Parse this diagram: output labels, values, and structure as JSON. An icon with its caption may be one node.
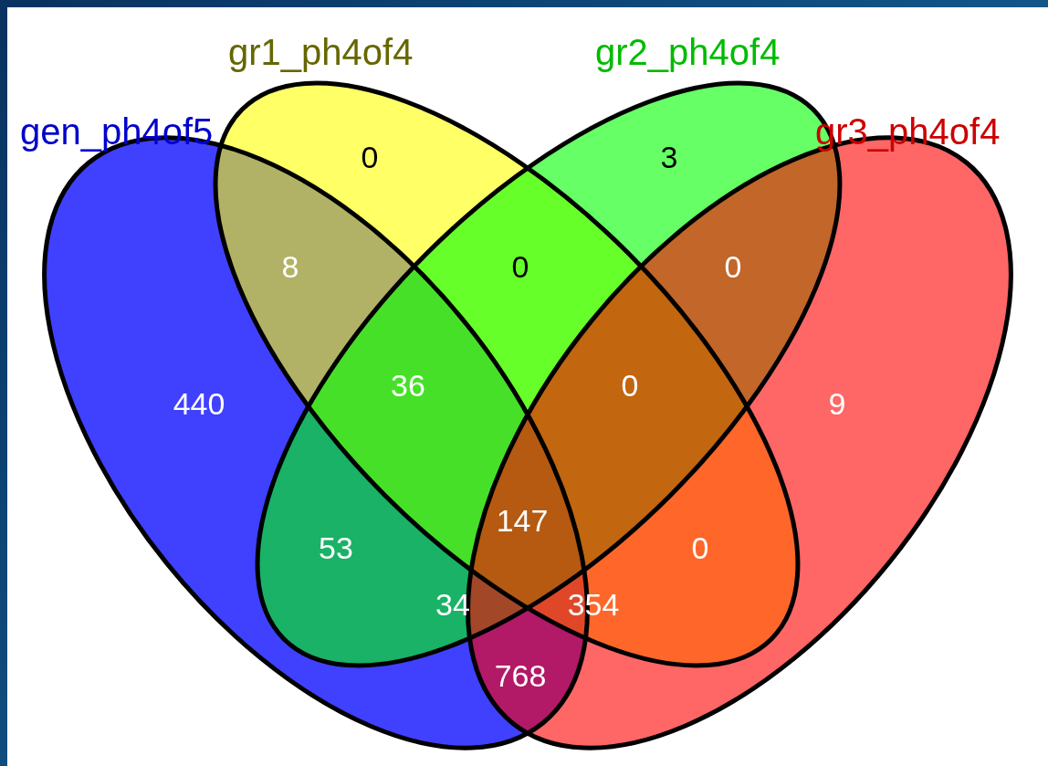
{
  "diagram": {
    "nodes": [
      {
        "text": [
          "gen_ph4of5"
        ]
      },
      {
        "text": [
          "gr1_ph4of4"
        ]
      },
      {
        "text": [
          "gr2_ph4of4"
        ]
      },
      {
        "text": [
          "gr3_ph4of4"
        ]
      }
    ],
    "labels": [
      "0",
      "3",
      "8",
      "0",
      "0",
      "440",
      "36",
      "0",
      "9",
      "147",
      "53",
      "0",
      "34",
      "354",
      "768"
    ]
  }
}
